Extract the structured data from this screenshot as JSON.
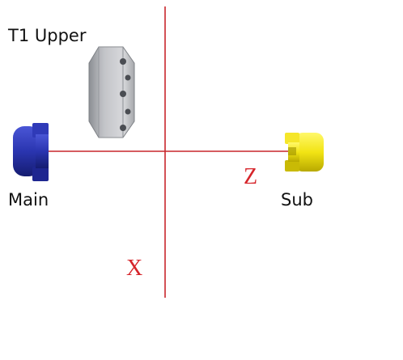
{
  "labels": {
    "turret": "T1 Upper",
    "main_spindle": "Main",
    "sub_spindle": "Sub",
    "z_axis": "Z",
    "x_axis": "X"
  },
  "colors": {
    "axis_line": "#c8262c",
    "axis_label": "#d6252b",
    "main_spindle": "#2a35b0",
    "sub_spindle": "#f2e414",
    "turret": "#9a9da2"
  }
}
